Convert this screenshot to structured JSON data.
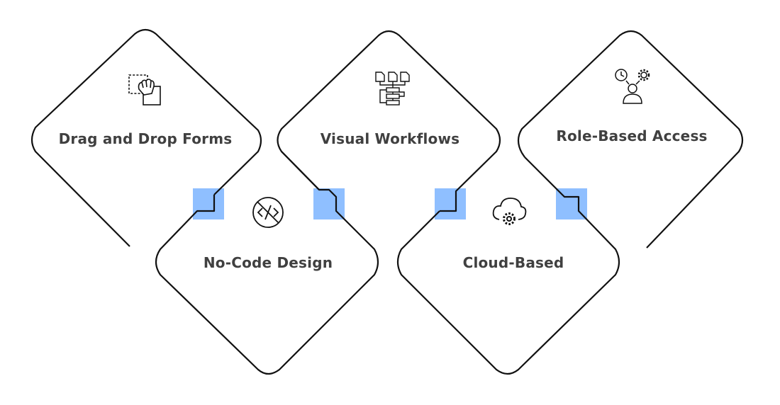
{
  "diagram": {
    "accent_color": "#8fbfff",
    "stroke_color": "#111111",
    "text_color": "#404040",
    "items": [
      {
        "label": "Drag and Drop Forms",
        "icon": "drag-drop-icon"
      },
      {
        "label": "No-Code Design",
        "icon": "no-code-icon"
      },
      {
        "label": "Visual Workflows",
        "icon": "workflow-icon"
      },
      {
        "label": "Cloud-Based",
        "icon": "cloud-gear-icon"
      },
      {
        "label": "Role-Based Access",
        "icon": "role-access-icon"
      }
    ]
  }
}
